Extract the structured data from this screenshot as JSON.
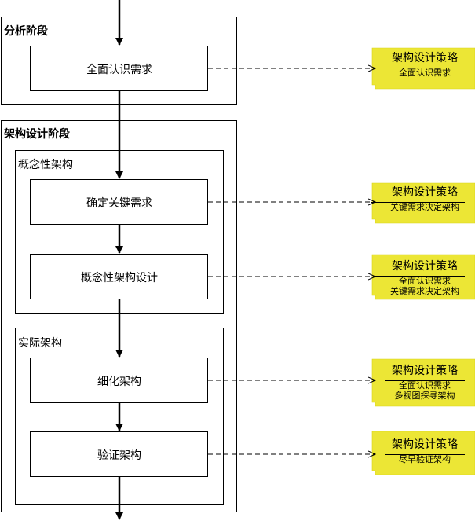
{
  "phases": {
    "analysis": "分析阶段",
    "design": "架构设计阶段",
    "conceptual": "概念性架构",
    "actual": "实际架构"
  },
  "steps": {
    "s1": "全面认识需求",
    "s2": "确定关键需求",
    "s3": "概念性架构设计",
    "s4": "细化架构",
    "s5": "验证架构"
  },
  "notes": [
    {
      "title": "架构设计策略",
      "lines": [
        "全面认识需求"
      ]
    },
    {
      "title": "架构设计策略",
      "lines": [
        "关键需求决定架构"
      ]
    },
    {
      "title": "架构设计策略",
      "lines": [
        "全面认识需求",
        "关键需求决定架构"
      ]
    },
    {
      "title": "架构设计策略",
      "lines": [
        "全面认识需求",
        "多视图探寻架构"
      ]
    },
    {
      "title": "架构设计策略",
      "lines": [
        "尽早验证架构"
      ]
    }
  ],
  "colors": {
    "note_fill": "#ece635",
    "line": "#000000"
  }
}
